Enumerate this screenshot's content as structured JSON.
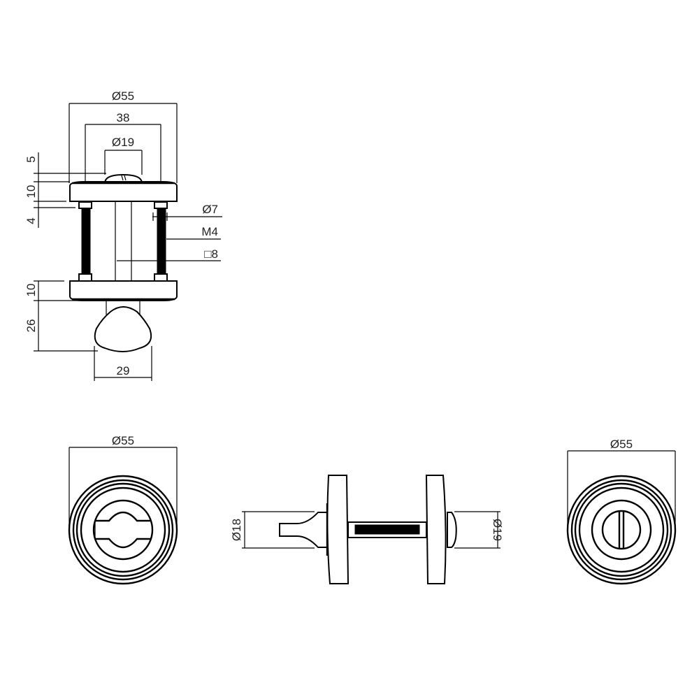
{
  "side_view": {
    "dim_rose_diameter": "Ø55",
    "dim_stud_spacing": "38",
    "dim_button_diameter": "Ø19",
    "dim_button_height": "5",
    "dim_rose_thickness_top": "10",
    "dim_nut_height": "4",
    "dim_stud_diameter": "Ø7",
    "dim_thread": "M4",
    "dim_spindle": "□8",
    "dim_rose_thickness_bottom": "10",
    "dim_knob_height": "26",
    "dim_knob_width": "29"
  },
  "front_view_knob": {
    "dim_diameter": "Ø55"
  },
  "profile_view": {
    "dim_knob_diameter": "Ø18",
    "dim_button_diameter": "Ø19"
  },
  "front_view_indicator": {
    "dim_diameter": "Ø55"
  }
}
